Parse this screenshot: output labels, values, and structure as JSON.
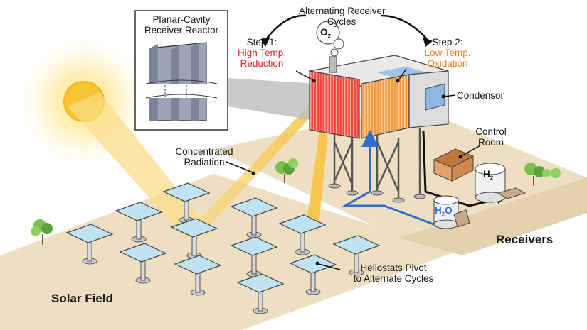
{
  "inset": {
    "title_line1": "Planar-Cavity",
    "title_line2": "Receiver Reactor"
  },
  "cycle": {
    "title_line1": "Alternating Receiver",
    "title_line2": "Cycles"
  },
  "step1": {
    "label": "Step 1:",
    "line1": "High Temp.",
    "line2": "Reduction",
    "color": "#e8202a"
  },
  "step2": {
    "label": "Step 2:",
    "line1": "Low Temp.",
    "line2": "Oxidation",
    "color": "#f07b1c"
  },
  "labels": {
    "condensor": "Condensor",
    "control_room_line1": "Control",
    "control_room_line2": "Room",
    "concentrated_line1": "Concentrated",
    "concentrated_line2": "Radiation",
    "heliostats_line1": "Heliostats Pivot",
    "heliostats_line2": "to Alternate Cycles",
    "solar_field": "Solar Field",
    "receivers": "Receivers"
  },
  "chem": {
    "o2_main": "O",
    "o2_sub": "2",
    "h2_main": "H",
    "h2_sub": "2",
    "h2o_main": "H",
    "h2o_sub": "2",
    "h2o_tail": "O"
  },
  "colors": {
    "sun": "#f7c531",
    "ground": "#eedfc2",
    "beam": "#f6c64a",
    "reduction_chamber": "#ef4b43",
    "oxidation_chamber": "#f39a45",
    "condensor": "#8fb6e0",
    "water_line": "#2e6fd0"
  }
}
